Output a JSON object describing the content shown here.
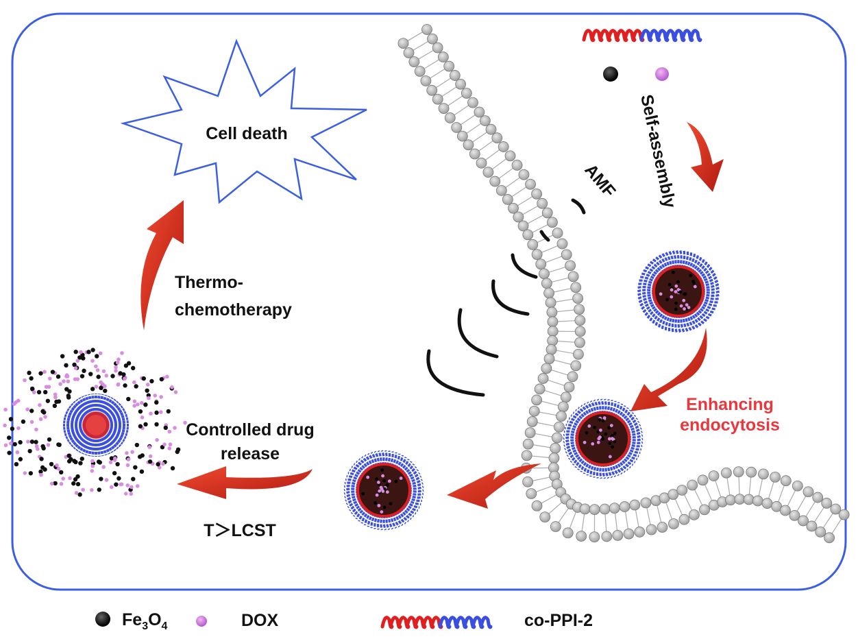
{
  "labels": {
    "cell_death": "Cell death",
    "amf": "AMF",
    "self_assembly": "Self-assembly",
    "thermo_line1": "Thermo-",
    "thermo_line2": "chemotherapy",
    "enhancing_line1": "Enhancing",
    "enhancing_line2": "endocytosis",
    "controlled_line1": "Controlled drug",
    "controlled_line2": "release",
    "temperature_condition": "T＞LCST"
  },
  "legend": {
    "fe3o4": {
      "main": "Fe",
      "sub1": "3",
      "mid": "O",
      "sub2": "4"
    },
    "dox": "DOX",
    "copolymer": "co-PPI-2"
  },
  "colors": {
    "cell_border": "#3b5fe0",
    "arrow": "#d42a1c",
    "enhancing_text": "#e8383d",
    "corona_blue": "#3a4fe0",
    "segment_red": "#e02020",
    "membrane_bead": "#c8c8c8",
    "fe3o4_particle": "#111111",
    "dox_particle": "#d98de0"
  }
}
